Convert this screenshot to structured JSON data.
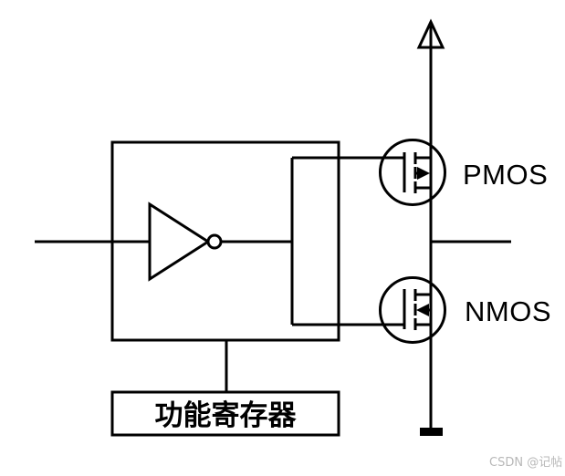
{
  "diagram": {
    "type": "circuit-schematic",
    "labels": {
      "pmos": "PMOS",
      "nmos": "NMOS",
      "register": "功能寄存器"
    },
    "watermark": "CSDN @记帖",
    "colors": {
      "line": "#000000",
      "background": "#ffffff",
      "watermark": "#b8b8b8"
    },
    "components": [
      "vdd-power-symbol",
      "pmos-transistor",
      "nmos-transistor",
      "inverter",
      "gate-bus",
      "driver-box",
      "function-register",
      "ground"
    ]
  }
}
